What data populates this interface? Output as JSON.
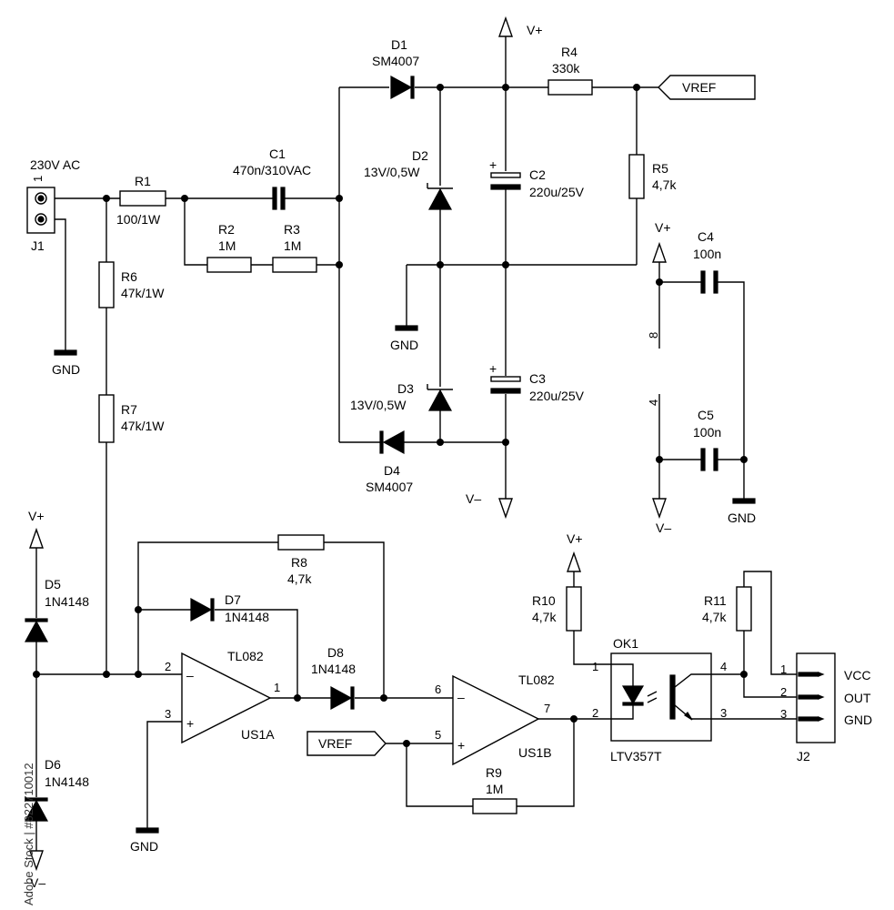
{
  "labels": {
    "j1_title": "230V AC",
    "j1_ref": "J1",
    "j1_pin1": "1",
    "j2_ref": "J2",
    "j2_pin1": "1",
    "j2_pin2": "2",
    "j2_pin3": "3",
    "j2_vcc": "VCC",
    "j2_out": "OUT",
    "j2_gnd": "GND",
    "r1_ref": "R1",
    "r1_val": "100/1W",
    "r2_ref": "R2",
    "r2_val": "1M",
    "r3_ref": "R3",
    "r3_val": "1M",
    "r4_ref": "R4",
    "r4_val": "330k",
    "r5_ref": "R5",
    "r5_val": "4,7k",
    "r6_ref": "R6",
    "r6_val": "47k/1W",
    "r7_ref": "R7",
    "r7_val": "47k/1W",
    "r8_ref": "R8",
    "r8_val": "4,7k",
    "r9_ref": "R9",
    "r9_val": "1M",
    "r10_ref": "R10",
    "r10_val": "4,7k",
    "r11_ref": "R11",
    "r11_val": "4,7k",
    "c1_ref": "C1",
    "c1_val": "470n/310VAC",
    "c2_ref": "C2",
    "c2_val": "220u/25V",
    "c3_ref": "C3",
    "c3_val": "220u/25V",
    "c4_ref": "C4",
    "c4_val": "100n",
    "c5_ref": "C5",
    "c5_val": "100n",
    "d1_ref": "D1",
    "d1_val": "SM4007",
    "d2_ref": "D2",
    "d2_val": "13V/0,5W",
    "d3_ref": "D3",
    "d3_val": "13V/0,5W",
    "d4_ref": "D4",
    "d4_val": "SM4007",
    "d5_ref": "D5",
    "d5_val": "1N4148",
    "d6_ref": "D6",
    "d6_val": "1N4148",
    "d7_ref": "D7",
    "d7_val": "1N4148",
    "d8_ref": "D8",
    "d8_val": "1N4148",
    "us1a_part": "TL082",
    "us1a_ref": "US1A",
    "us1b_part": "TL082",
    "us1b_ref": "US1B",
    "ok1_ref": "OK1",
    "ok1_part": "LTV357T",
    "vplus": "V+",
    "vminus": "V–",
    "gnd": "GND",
    "vref": "VREF",
    "plus": "+",
    "minus": "–",
    "pin_1": "1",
    "pin_2": "2",
    "pin_3": "3",
    "pin_4": "4",
    "pin_5": "5",
    "pin_6": "6",
    "pin_7": "7",
    "pin_8": "8"
  },
  "watermark": "Adobe Stock | #822710012",
  "colors": {
    "ink": "#000000",
    "background": "#ffffff"
  }
}
